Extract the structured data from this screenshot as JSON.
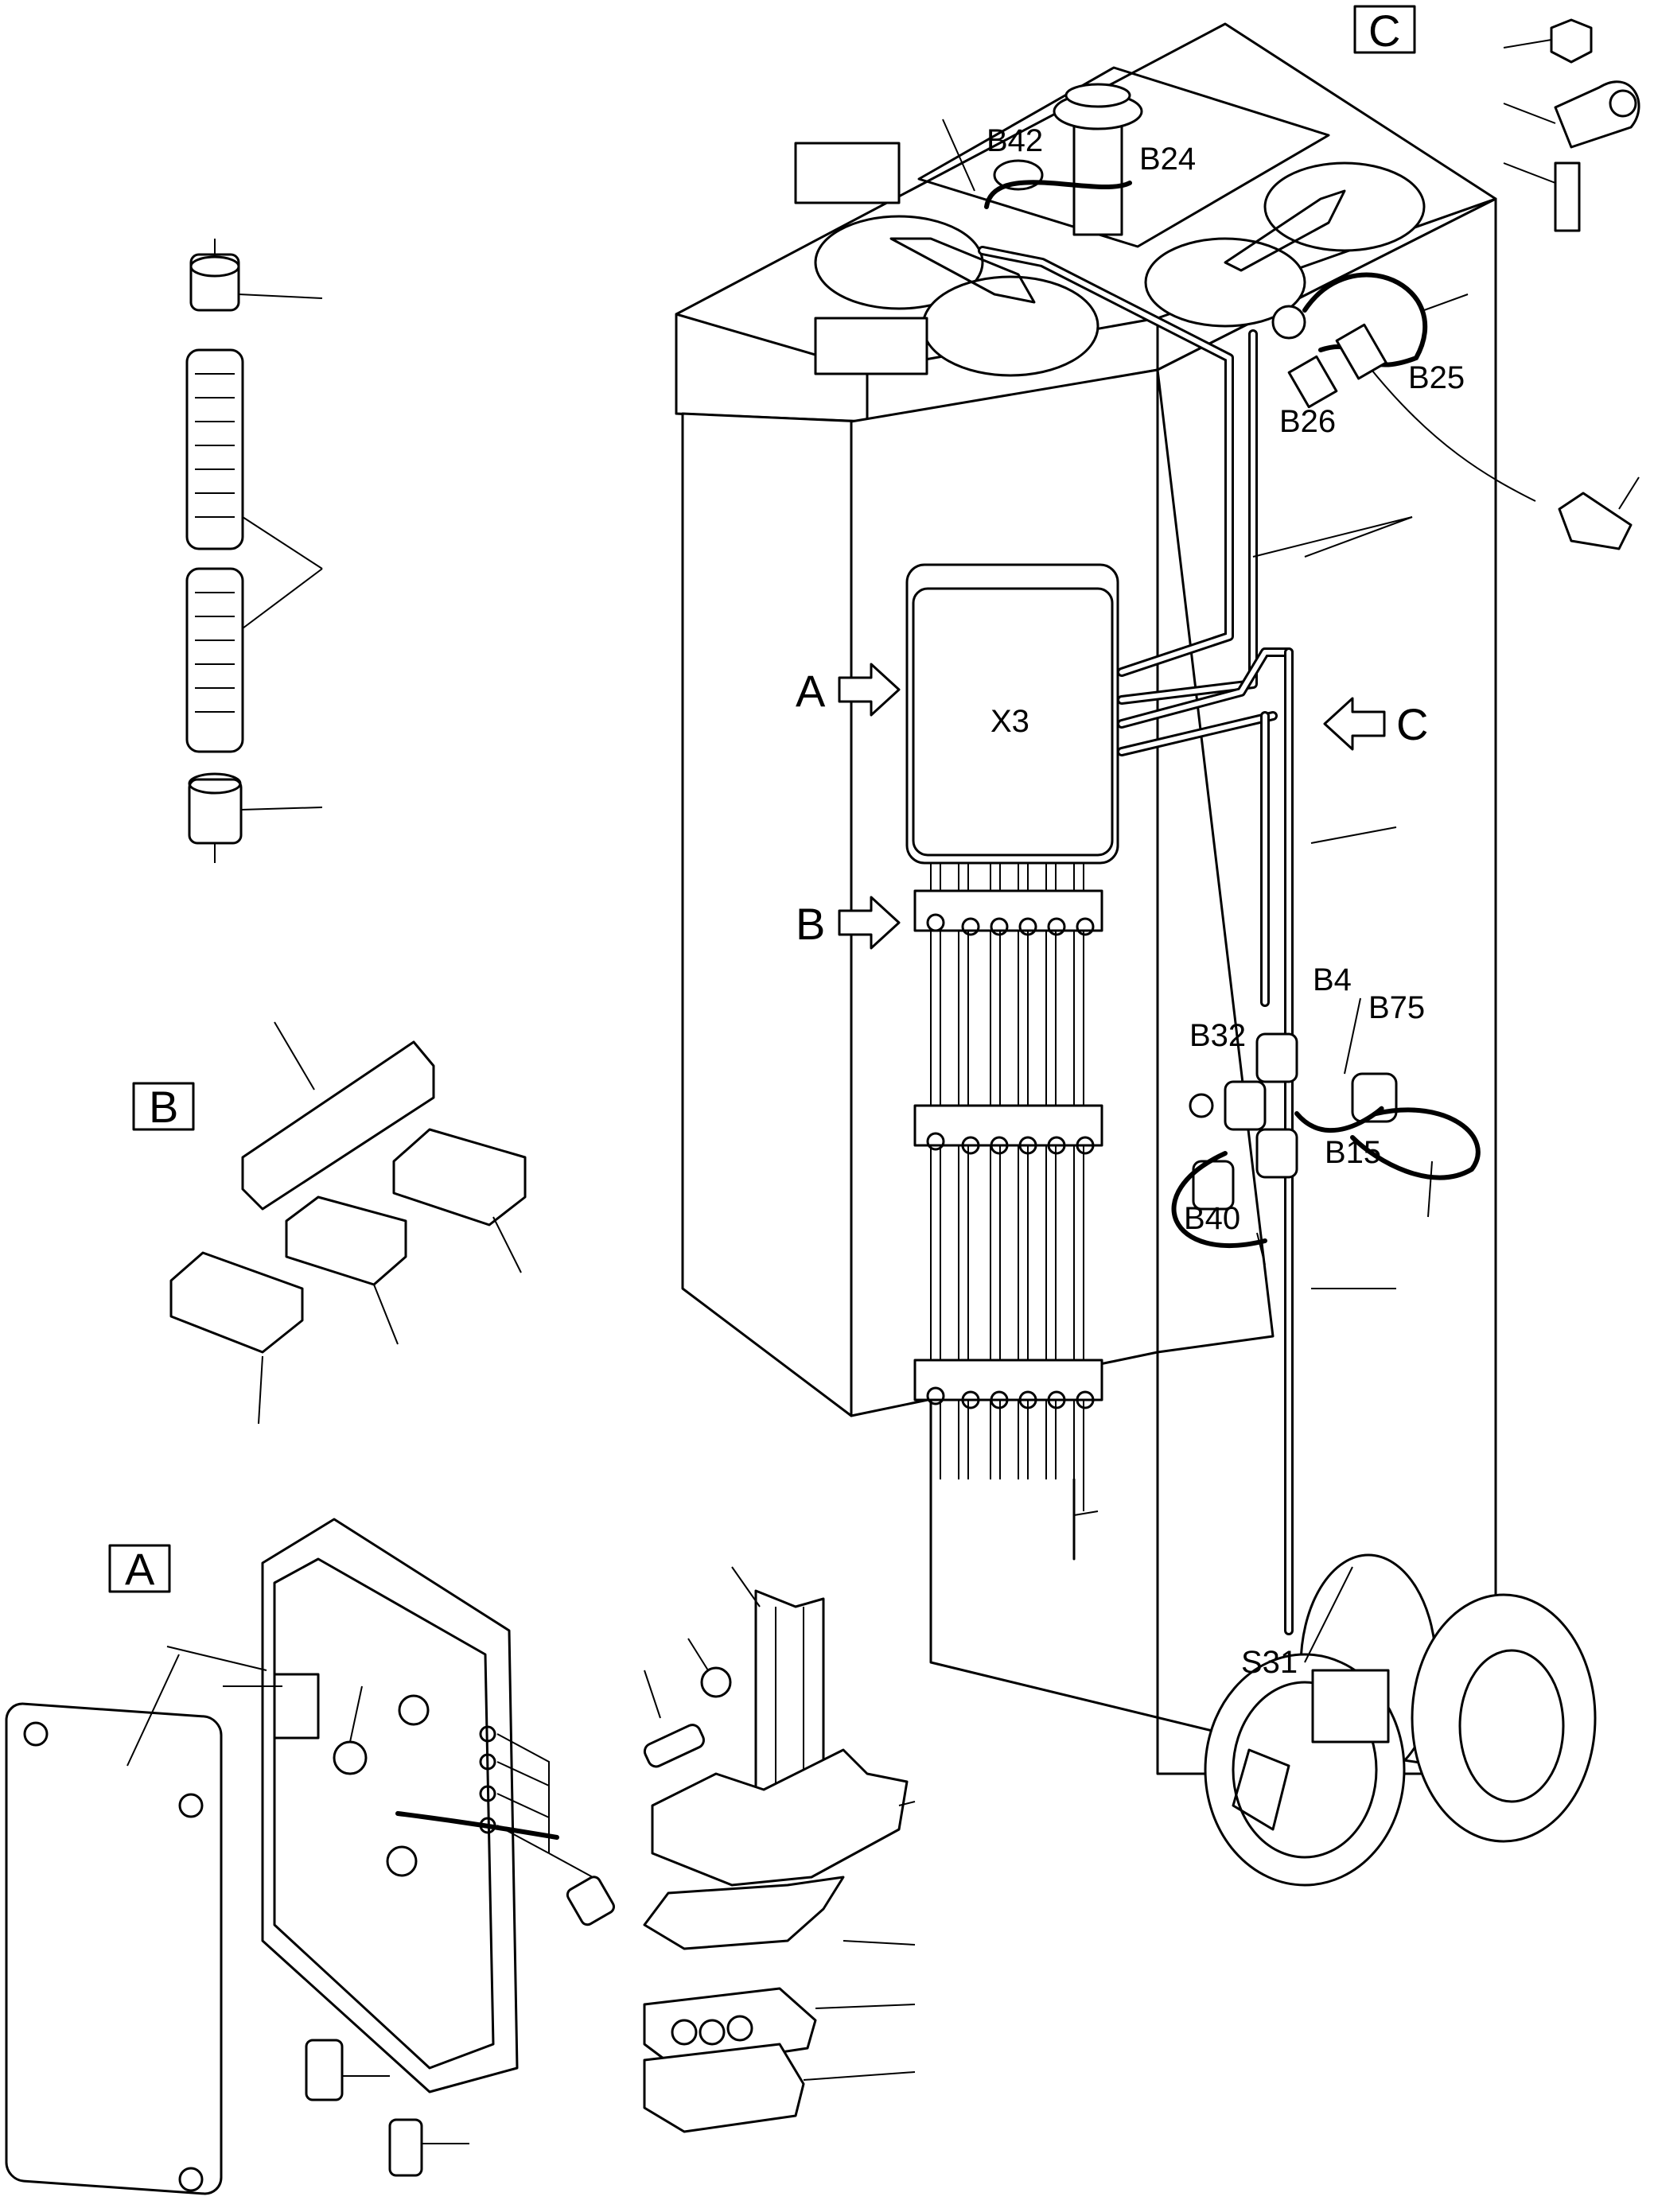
{
  "labels": {
    "x3": "X3",
    "b42": "B42",
    "b24": "B24",
    "b25": "B25",
    "b26": "B26",
    "b4": "B4",
    "b75": "B75",
    "b32": "B32",
    "b15": "B15",
    "b40": "B40",
    "s31": "S31",
    "arrow_a": "A",
    "arrow_b": "B",
    "arrow_c": "C"
  },
  "detail_boxes": {
    "a": "A",
    "b": "B",
    "c": "C"
  }
}
